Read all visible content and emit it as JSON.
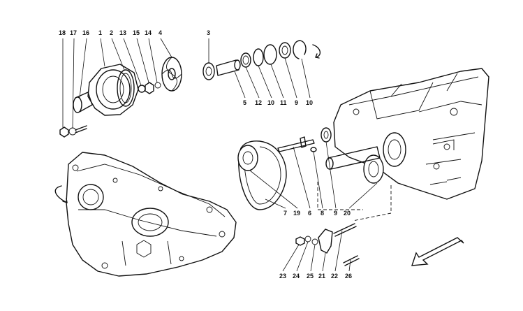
{
  "callouts": {
    "c18": "18",
    "c17": "17",
    "c16": "16",
    "c1": "1",
    "c2": "2",
    "c13": "13",
    "c15": "15",
    "c14": "14",
    "c4": "4",
    "c3": "3",
    "c5": "5",
    "c12": "12",
    "c10a": "10",
    "c11": "11",
    "c9a": "9",
    "c10b": "10",
    "c7": "7",
    "c19": "19",
    "c6": "6",
    "c8": "8",
    "c9b": "9",
    "c20": "20",
    "c23": "23",
    "c24": "24",
    "c25": "25",
    "c21": "21",
    "c22": "22",
    "c26": "26"
  }
}
